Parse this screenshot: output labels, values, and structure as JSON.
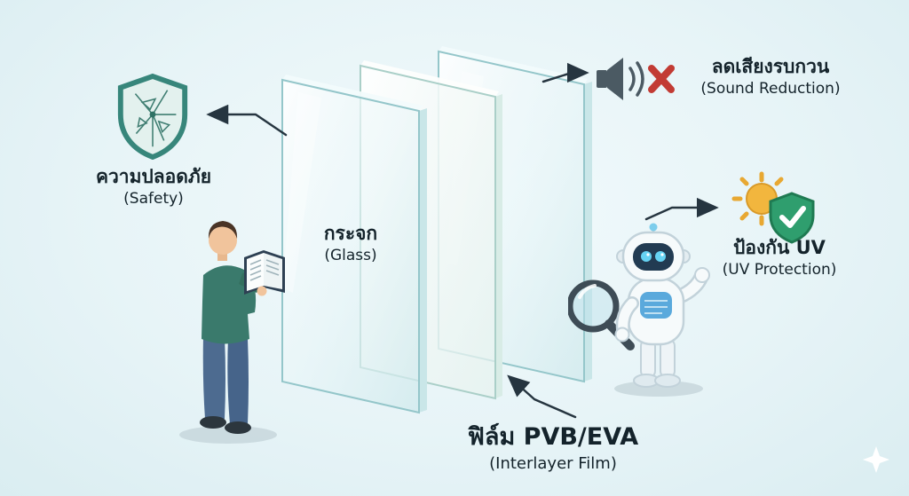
{
  "annotations": {
    "safety": {
      "thai": "ความปลอดภัย",
      "eng": "(Safety)"
    },
    "sound": {
      "thai": "ลดเสียงรบกวน",
      "eng": "(Sound Reduction)"
    },
    "glass": {
      "thai": "กระจก",
      "eng": "(Glass)"
    },
    "uv": {
      "thai": "ป้องกัน UV",
      "eng": "(UV Protection)"
    },
    "film": {
      "thai": "ฟิล์ม PVB/EVA",
      "eng": "(Interlayer Film)"
    }
  },
  "icons": {
    "safety_shield": "shield-cracked-glass-icon",
    "sound_muted": "muted-speaker-red-x-icon",
    "uv_sun_shield": "sun-shield-check-icon",
    "sparkle": "sparkle-icon"
  },
  "figures": {
    "person": "man-reading-open-book",
    "robot": "robot-with-magnifying-glass"
  },
  "colors": {
    "background": "#e7f4f7",
    "text": "#14232b",
    "arrow": "#263540",
    "glass_edge": "#94c6ca",
    "shield_teal": "#37867b",
    "x_red": "#c23b34",
    "sun_yellow": "#f2b63e",
    "uv_shield_green": "#2f9e6e",
    "speaker_gray": "#4b5a63",
    "sweater_green": "#3a7a6c",
    "jeans_blue": "#4d6b90",
    "robot_panel_blue": "#5aa9dc",
    "robot_eye_blue": "#66d2f2"
  }
}
